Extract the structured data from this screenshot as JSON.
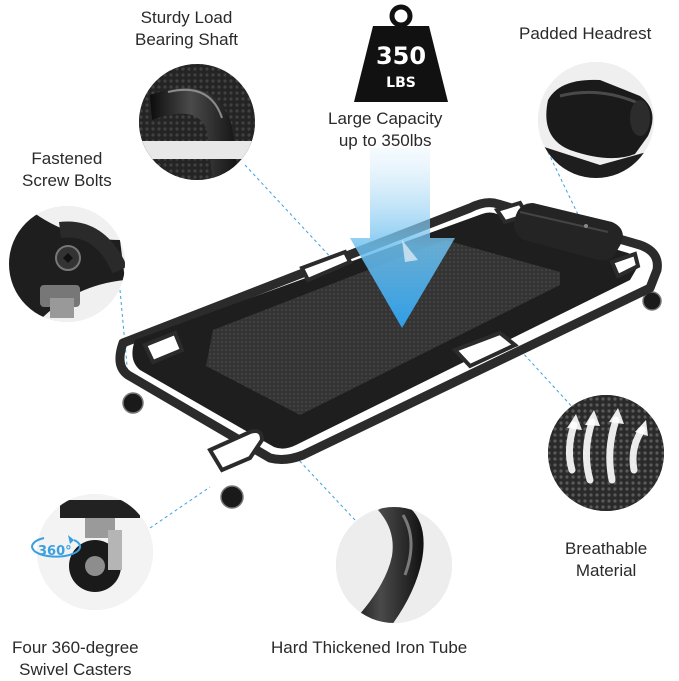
{
  "product": "creeper",
  "callouts": {
    "shaft": {
      "line1": "Sturdy Load",
      "line2": "Bearing Shaft"
    },
    "headrest": {
      "text": "Padded Headrest"
    },
    "capacity": {
      "line1": "Large Capacity",
      "line2": "up to 350lbs"
    },
    "bolts": {
      "line1": "Fastened",
      "line2": "Screw Bolts"
    },
    "material": {
      "line1": "Breathable",
      "line2": "Material"
    },
    "casters": {
      "line1": "Four 360-degree",
      "line2": "Swivel Casters"
    },
    "tube": {
      "text": "Hard Thickened Iron Tube"
    }
  },
  "weight_badge": {
    "value": "350",
    "unit": "LBS"
  },
  "caster_badge": "360°",
  "colors": {
    "accent": "#3aa0e0",
    "fabric": "#1e1e1e",
    "mesh": "#3a3a3a",
    "frame": "#2b2b2b"
  },
  "icons": [
    "weight-icon",
    "arrow-down-icon",
    "rotation-icon"
  ]
}
